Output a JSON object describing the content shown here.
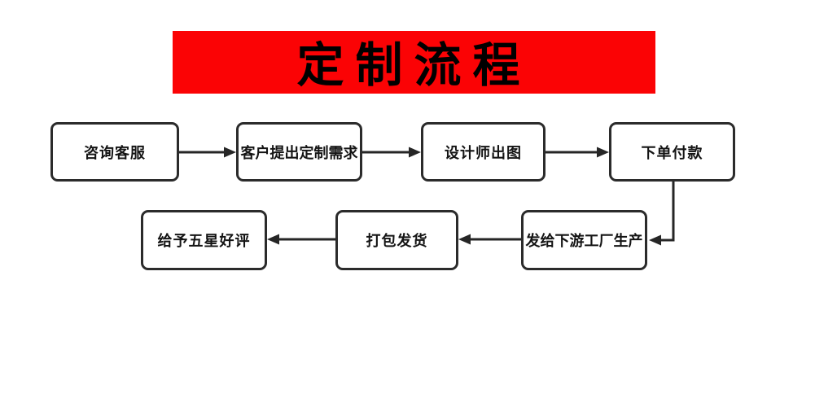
{
  "title": {
    "text": "定制流程"
  },
  "colors": {
    "banner_bg": "#fb0305",
    "banner_text": "#000000",
    "box_border": "#2b2b2b",
    "box_bg": "#ffffff",
    "arrow": "#262626",
    "page_bg": "#ffffff"
  },
  "flow": {
    "nodes": [
      {
        "label": "咨询客服"
      },
      {
        "label": "客户提出定制需求"
      },
      {
        "label": "设计师出图"
      },
      {
        "label": "下单付款"
      },
      {
        "label": "发给下游工厂生产"
      },
      {
        "label": "打包发货"
      },
      {
        "label": "给予五星好评"
      }
    ],
    "edges": [
      {
        "from": "咨询客服",
        "to": "客户提出定制需求",
        "direction": "right"
      },
      {
        "from": "客户提出定制需求",
        "to": "设计师出图",
        "direction": "right"
      },
      {
        "from": "设计师出图",
        "to": "下单付款",
        "direction": "right"
      },
      {
        "from": "下单付款",
        "to": "发给下游工厂生产",
        "direction": "down-left"
      },
      {
        "from": "发给下游工厂生产",
        "to": "打包发货",
        "direction": "left"
      },
      {
        "from": "打包发货",
        "to": "给予五星好评",
        "direction": "left"
      }
    ]
  }
}
